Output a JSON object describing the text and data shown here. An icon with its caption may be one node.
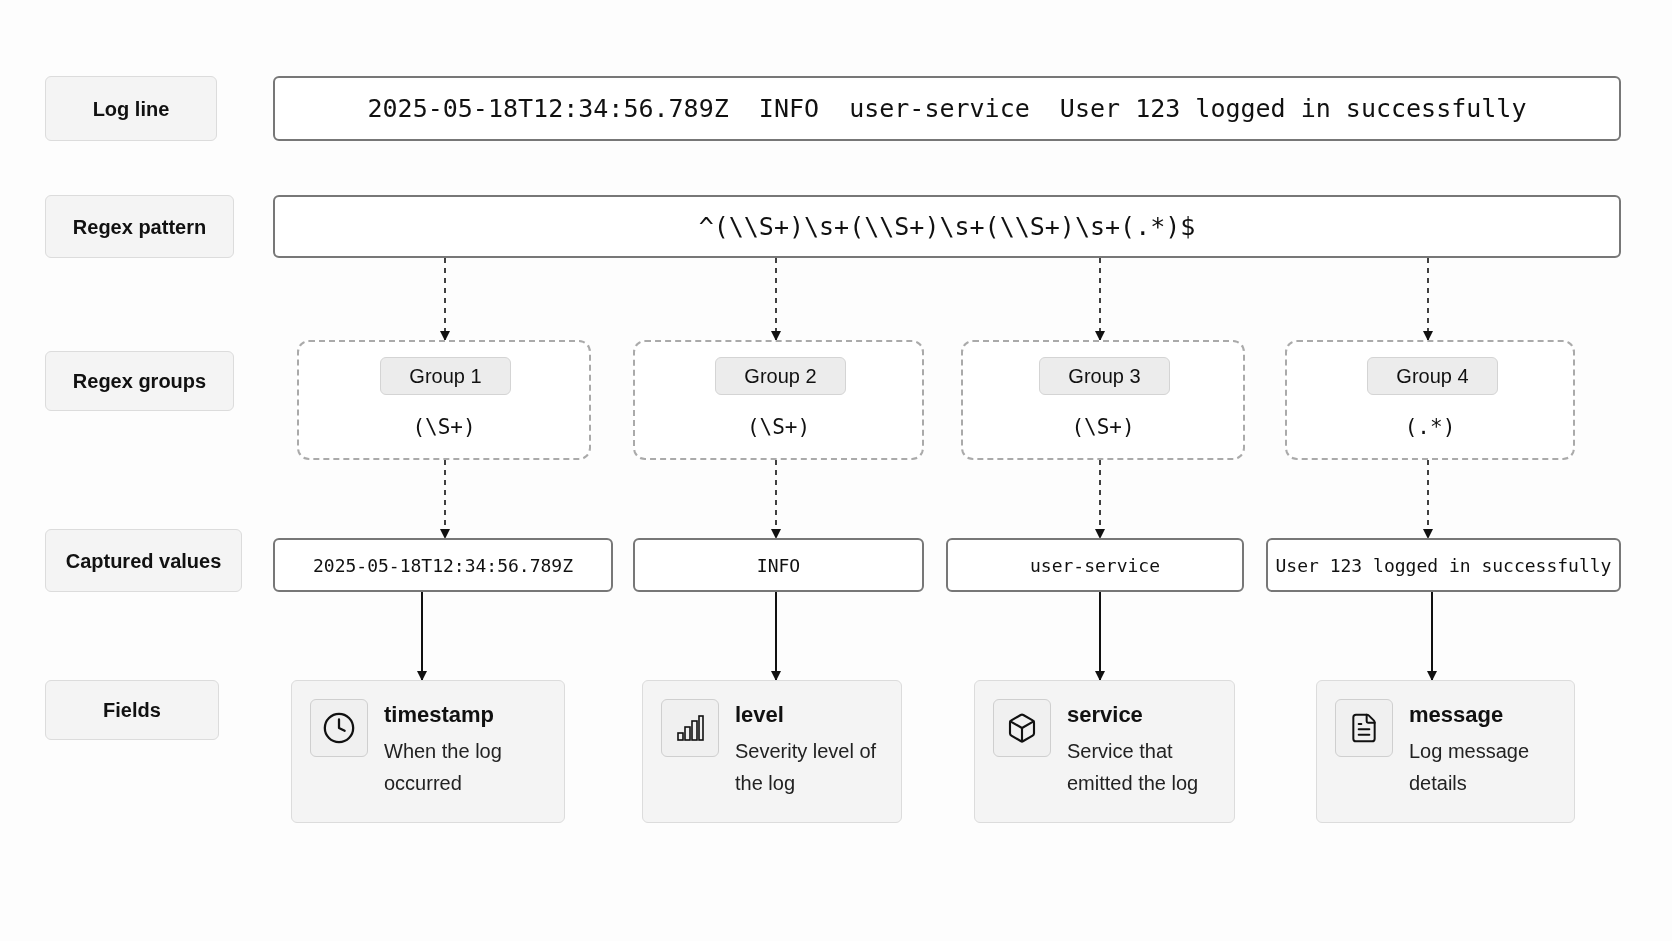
{
  "diagram": {
    "nodes": [
      {
        "text": [
          "Log line"
        ]
      },
      {
        "text": [
          "2025-05-18T12:34:56.789Z  INFO  user-service  User 123 logged in successfully"
        ]
      },
      {
        "text": [
          "Regex pattern"
        ]
      },
      {
        "text": [
          "^(\\\\S+)\\s+(\\\\S+)\\s+(\\\\S+)\\s+(.*)$"
        ]
      },
      {
        "text": [
          "Regex groups"
        ]
      },
      {
        "text": [
          "(\\S+)"
        ]
      },
      {
        "text": [
          "Group 1"
        ],
        "in": 5
      },
      {
        "text": [
          "(\\S+)"
        ]
      },
      {
        "text": [
          "Group 2"
        ],
        "in": 7
      },
      {
        "text": [
          "(\\S+)"
        ]
      },
      {
        "text": [
          "Group 3"
        ],
        "in": 9
      },
      {
        "text": [
          "(.*)"
        ]
      },
      {
        "text": [
          "Group 4"
        ],
        "in": 11
      },
      {
        "text": [
          "Captured values"
        ]
      },
      {
        "text": [
          "2025-05-18T12:34:56.789Z"
        ]
      },
      {
        "text": [
          "INFO"
        ]
      },
      {
        "text": [
          "user-service"
        ]
      },
      {
        "text": [
          "User 123 logged in successfully"
        ]
      },
      {
        "text": [
          "Fields"
        ]
      },
      {
        "text": [
          "timestamp",
          "When the log occurred"
        ]
      },
      {
        "text": [
          "level",
          "Severity level of the log"
        ]
      },
      {
        "text": [
          "service",
          "Service that emitted the log"
        ]
      },
      {
        "text": [
          "message",
          "Log message details"
        ]
      }
    ],
    "edges": [
      {
        "from": 3,
        "to": 5,
        "arrow": "to",
        "style": "dashed"
      },
      {
        "from": 3,
        "to": 7,
        "arrow": "to",
        "style": "dashed"
      },
      {
        "from": 3,
        "to": 9,
        "arrow": "to",
        "style": "dashed"
      },
      {
        "from": 3,
        "to": 11,
        "arrow": "to",
        "style": "dashed"
      },
      {
        "from": 5,
        "to": 14,
        "arrow": "to",
        "style": "dashed"
      },
      {
        "from": 7,
        "to": 15,
        "arrow": "to",
        "style": "dashed"
      },
      {
        "from": 9,
        "to": 16,
        "arrow": "to",
        "style": "dashed"
      },
      {
        "from": 11,
        "to": 17,
        "arrow": "to",
        "style": "dashed"
      },
      {
        "from": 14,
        "to": 19,
        "arrow": "to"
      },
      {
        "from": 15,
        "to": 20,
        "arrow": "to"
      },
      {
        "from": 16,
        "to": 21,
        "arrow": "to"
      },
      {
        "from": 17,
        "to": 22,
        "arrow": "to"
      }
    ]
  }
}
